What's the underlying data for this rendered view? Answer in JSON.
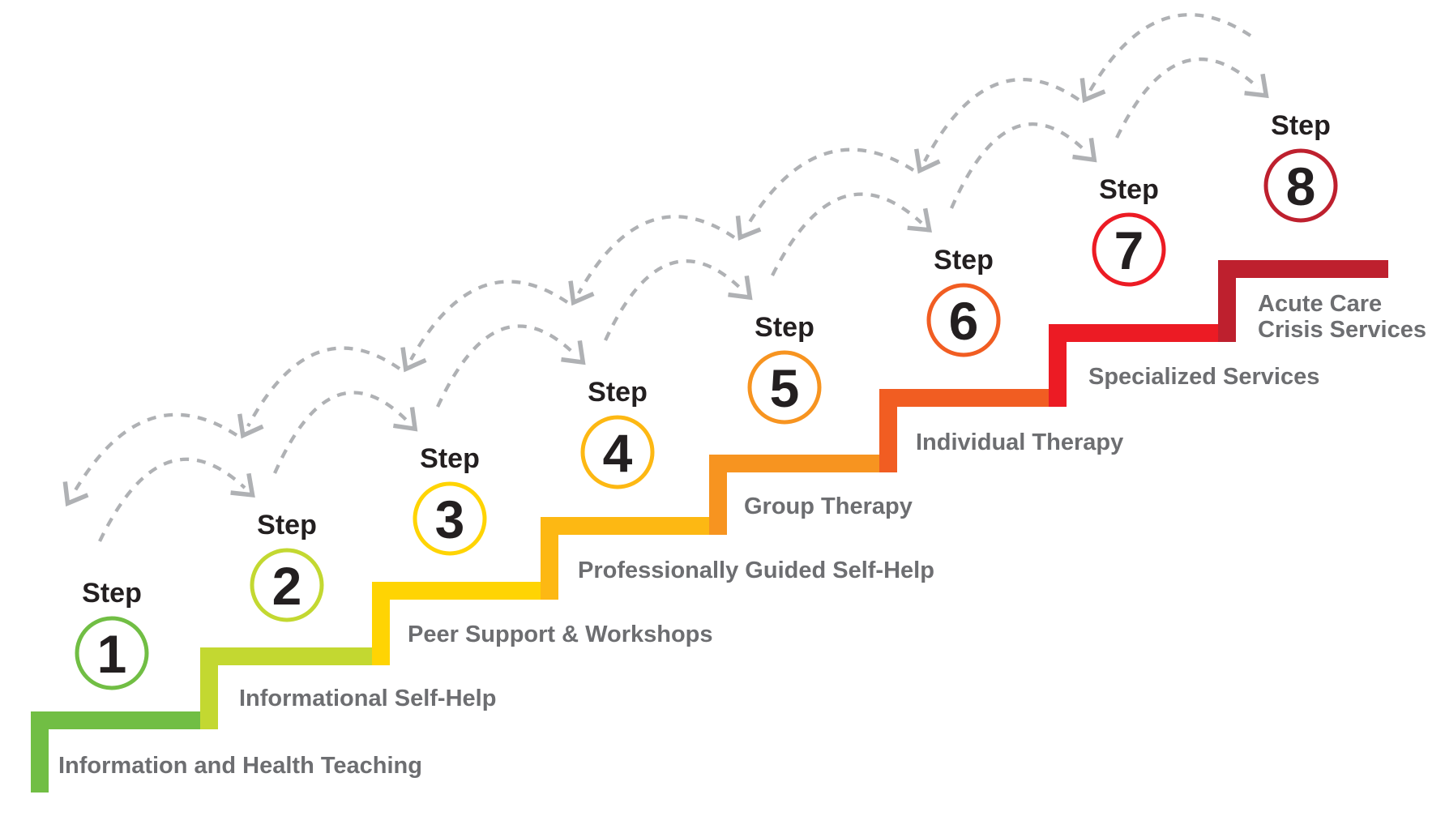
{
  "diagram": {
    "background_color": "#FFFFFF",
    "step_word": "Step",
    "number_color": "#231F20",
    "label_color": "#6D6E71"
  },
  "steps": [
    {
      "number": "1",
      "color": "#71BE44",
      "label_lines": [
        "Information and Health Teaching"
      ]
    },
    {
      "number": "2",
      "color": "#C3D831",
      "label_lines": [
        "Informational Self-Help"
      ]
    },
    {
      "number": "3",
      "color": "#FFD403",
      "label_lines": [
        "Peer Support & Workshops"
      ]
    },
    {
      "number": "4",
      "color": "#FDB813",
      "label_lines": [
        "Professionally Guided Self-Help"
      ]
    },
    {
      "number": "5",
      "color": "#F79420",
      "label_lines": [
        "Group Therapy"
      ]
    },
    {
      "number": "6",
      "color": "#F15D22",
      "label_lines": [
        "Individual Therapy"
      ]
    },
    {
      "number": "7",
      "color": "#EC1B24",
      "label_lines": [
        "Specialized Services"
      ]
    },
    {
      "number": "8",
      "color": "#BE202E",
      "label_lines": [
        "Acute Care",
        "Crisis Services"
      ]
    }
  ],
  "arrows": {
    "style": "dashed",
    "color": "#AFB1B4",
    "description": "bidirectional curved arrows between adjacent steps"
  }
}
